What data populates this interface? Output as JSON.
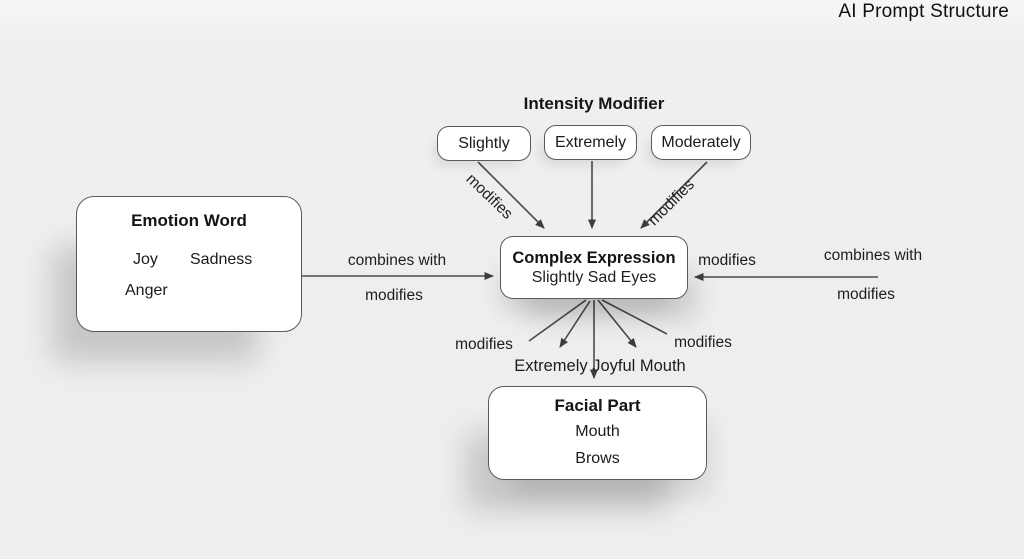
{
  "title": "AI Prompt Structure",
  "intensity": {
    "label": "Intensity Modifier",
    "options": [
      "Slightly",
      "Extremely",
      "Moderately"
    ]
  },
  "emotion_box": {
    "title": "Emotion Word",
    "words": [
      "Joy",
      "Sadness",
      "Anger"
    ]
  },
  "complex_box": {
    "title": "Complex Expression",
    "example": "Slightly Sad Eyes"
  },
  "facial_box": {
    "title": "Facial Part",
    "parts": [
      "Mouth",
      "Brows"
    ]
  },
  "edge_labels": {
    "intensity_left": "modifies",
    "intensity_right": "modifies",
    "emotion_top": "combines with",
    "emotion_bottom": "modifies",
    "right_near": "modifies",
    "right_top": "combines with",
    "right_bottom": "modifies",
    "fan_left": "modifies",
    "fan_right": "modifies",
    "fan_example": "Extremely Joyful Mouth"
  },
  "colors": {
    "background": "#eeeeee",
    "box_fill": "#ffffff",
    "box_border": "#5a5a5a",
    "arrow": "#454545",
    "text": "#1b1b1b"
  }
}
